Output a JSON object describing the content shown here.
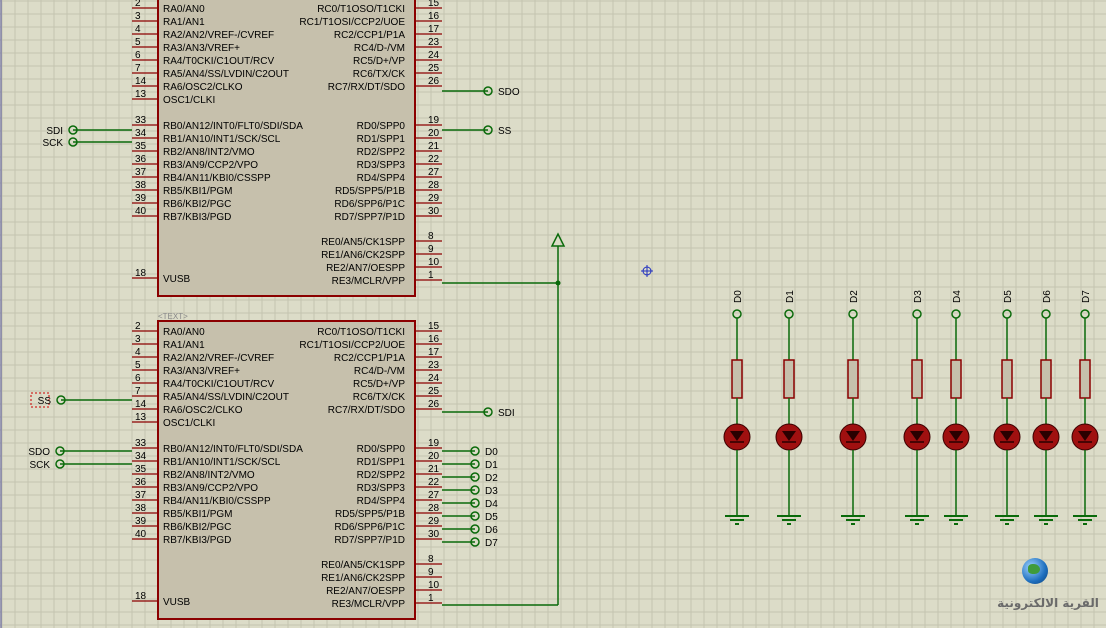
{
  "chips": [
    {
      "id": "chip1",
      "left_pins": [
        {
          "num": "2",
          "name": "RA0/AN0"
        },
        {
          "num": "3",
          "name": "RA1/AN1"
        },
        {
          "num": "4",
          "name": "RA2/AN2/VREF-/CVREF"
        },
        {
          "num": "5",
          "name": "RA3/AN3/VREF+"
        },
        {
          "num": "6",
          "name": "RA4/T0CKI/C1OUT/RCV"
        },
        {
          "num": "7",
          "name": "RA5/AN4/SS/LVDIN/C2OUT"
        },
        {
          "num": "14",
          "name": "RA6/OSC2/CLKO"
        },
        {
          "num": "13",
          "name": "OSC1/CLKI"
        },
        {
          "num": "33",
          "name": "RB0/AN12/INT0/FLT0/SDI/SDA"
        },
        {
          "num": "34",
          "name": "RB1/AN10/INT1/SCK/SCL"
        },
        {
          "num": "35",
          "name": "RB2/AN8/INT2/VMO"
        },
        {
          "num": "36",
          "name": "RB3/AN9/CCP2/VPO"
        },
        {
          "num": "37",
          "name": "RB4/AN11/KBI0/CSSPP"
        },
        {
          "num": "38",
          "name": "RB5/KBI1/PGM"
        },
        {
          "num": "39",
          "name": "RB6/KBI2/PGC"
        },
        {
          "num": "40",
          "name": "RB7/KBI3/PGD"
        },
        {
          "num": "18",
          "name": "VUSB"
        }
      ],
      "right_pins": [
        {
          "num": "15",
          "name": "RC0/T1OSO/T1CKI"
        },
        {
          "num": "16",
          "name": "RC1/T1OSI/CCP2/UOE"
        },
        {
          "num": "17",
          "name": "RC2/CCP1/P1A"
        },
        {
          "num": "23",
          "name": "RC4/D-/VM"
        },
        {
          "num": "24",
          "name": "RC5/D+/VP"
        },
        {
          "num": "25",
          "name": "RC6/TX/CK"
        },
        {
          "num": "26",
          "name": "RC7/RX/DT/SDO"
        },
        {
          "num": "19",
          "name": "RD0/SPP0"
        },
        {
          "num": "20",
          "name": "RD1/SPP1"
        },
        {
          "num": "21",
          "name": "RD2/SPP2"
        },
        {
          "num": "22",
          "name": "RD3/SPP3"
        },
        {
          "num": "27",
          "name": "RD4/SPP4"
        },
        {
          "num": "28",
          "name": "RD5/SPP5/P1B"
        },
        {
          "num": "29",
          "name": "RD6/SPP6/P1C"
        },
        {
          "num": "30",
          "name": "RD7/SPP7/P1D"
        },
        {
          "num": "8",
          "name": "RE0/AN5/CK1SPP"
        },
        {
          "num": "9",
          "name": "RE1/AN6/CK2SPP"
        },
        {
          "num": "10",
          "name": "RE2/AN7/OESPP"
        },
        {
          "num": "1",
          "name": "RE3/MCLR/VPP"
        }
      ]
    },
    {
      "id": "chip2",
      "left_pins": [
        {
          "num": "2",
          "name": "RA0/AN0"
        },
        {
          "num": "3",
          "name": "RA1/AN1"
        },
        {
          "num": "4",
          "name": "RA2/AN2/VREF-/CVREF"
        },
        {
          "num": "5",
          "name": "RA3/AN3/VREF+"
        },
        {
          "num": "6",
          "name": "RA4/T0CKI/C1OUT/RCV"
        },
        {
          "num": "7",
          "name": "RA5/AN4/SS/LVDIN/C2OUT"
        },
        {
          "num": "14",
          "name": "RA6/OSC2/CLKO"
        },
        {
          "num": "13",
          "name": "OSC1/CLKI"
        },
        {
          "num": "33",
          "name": "RB0/AN12/INT0/FLT0/SDI/SDA"
        },
        {
          "num": "34",
          "name": "RB1/AN10/INT1/SCK/SCL"
        },
        {
          "num": "35",
          "name": "RB2/AN8/INT2/VMO"
        },
        {
          "num": "36",
          "name": "RB3/AN9/CCP2/VPO"
        },
        {
          "num": "37",
          "name": "RB4/AN11/KBI0/CSSPP"
        },
        {
          "num": "38",
          "name": "RB5/KBI1/PGM"
        },
        {
          "num": "39",
          "name": "RB6/KBI2/PGC"
        },
        {
          "num": "40",
          "name": "RB7/KBI3/PGD"
        },
        {
          "num": "18",
          "name": "VUSB"
        }
      ],
      "right_pins": [
        {
          "num": "15",
          "name": "RC0/T1OSO/T1CKI"
        },
        {
          "num": "16",
          "name": "RC1/T1OSI/CCP2/UOE"
        },
        {
          "num": "17",
          "name": "RC2/CCP1/P1A"
        },
        {
          "num": "23",
          "name": "RC4/D-/VM"
        },
        {
          "num": "24",
          "name": "RC5/D+/VP"
        },
        {
          "num": "25",
          "name": "RC6/TX/CK"
        },
        {
          "num": "26",
          "name": "RC7/RX/DT/SDO"
        },
        {
          "num": "19",
          "name": "RD0/SPP0"
        },
        {
          "num": "20",
          "name": "RD1/SPP1"
        },
        {
          "num": "21",
          "name": "RD2/SPP2"
        },
        {
          "num": "22",
          "name": "RD3/SPP3"
        },
        {
          "num": "27",
          "name": "RD4/SPP4"
        },
        {
          "num": "28",
          "name": "RD5/SPP5/P1B"
        },
        {
          "num": "29",
          "name": "RD6/SPP6/P1C"
        },
        {
          "num": "30",
          "name": "RD7/SPP7/P1D"
        },
        {
          "num": "8",
          "name": "RE0/AN5/CK1SPP"
        },
        {
          "num": "9",
          "name": "RE1/AN6/CK2SPP"
        },
        {
          "num": "10",
          "name": "RE2/AN7/OESPP"
        },
        {
          "num": "1",
          "name": "RE3/MCLR/VPP"
        }
      ]
    }
  ],
  "chip1_terminals": {
    "sdi": "SDI",
    "sck": "SCK",
    "sdo": "SDO",
    "ss": "SS"
  },
  "chip2_terminals": {
    "ss": "SS",
    "sdo": "SDO",
    "sck": "SCK",
    "sdi": "SDI",
    "d": [
      "D0",
      "D1",
      "D2",
      "D3",
      "D4",
      "D5",
      "D6",
      "D7"
    ]
  },
  "text_placeholder": "<TEXT>",
  "leds": [
    "D0",
    "D1",
    "D2",
    "D3",
    "D4",
    "D5",
    "D6",
    "D7"
  ],
  "logo_text": "القرية الالكترونية",
  "colors": {
    "wire": "#0a6a0a",
    "chip_body": "#c6c0ac",
    "chip_border": "#8b0000",
    "pin": "#8b0000",
    "led": "#a01010",
    "grid": "#c4c4b0"
  }
}
